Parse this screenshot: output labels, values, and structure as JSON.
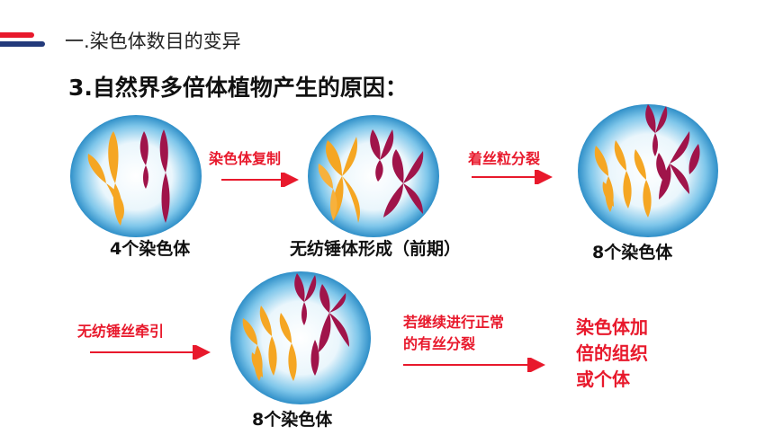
{
  "colors": {
    "accent_red": "#e8192c",
    "accent_navy": "#233a7b",
    "chromosome_orange": "#f5a623",
    "chromosome_maroon": "#a0144a",
    "cell_blue": "#3fa7d8"
  },
  "header": {
    "section_title": "一.染色体数目的变异",
    "heading": "3.自然界多倍体植物产生的原因："
  },
  "cells": {
    "cell1": {
      "caption": "4个染色体"
    },
    "cell2": {
      "caption": "无纺锤体形成（前期）"
    },
    "cell3": {
      "caption": "8个染色体"
    },
    "cell4": {
      "caption": "8个染色体"
    }
  },
  "arrows": {
    "arrow1": {
      "label": "染色体复制"
    },
    "arrow2": {
      "label": "着丝粒分裂"
    },
    "arrow3": {
      "label": "无纺锤丝牵引"
    },
    "arrow4": {
      "label_line1": "若继续进行正常",
      "label_line2": "的有丝分裂"
    }
  },
  "result": {
    "line1": "染色体加",
    "line2": "倍的组织",
    "line3": "或个体"
  }
}
